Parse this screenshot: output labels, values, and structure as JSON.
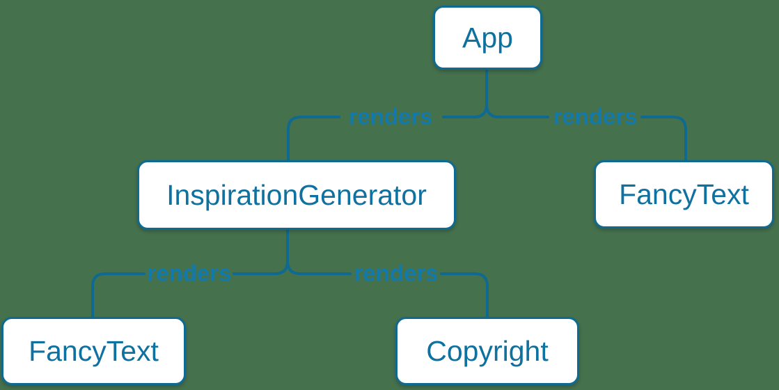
{
  "diagram": {
    "kind": "react-render-tree",
    "background_color": "#46714D",
    "accent_color": "#0F6A91",
    "node_fill": "#ffffff",
    "node_text_color": "#0F719F",
    "edge_label_color": "#1379A8",
    "nodes": [
      {
        "id": "app",
        "label": "App"
      },
      {
        "id": "inspiration-generator",
        "label": "InspirationGenerator"
      },
      {
        "id": "fancy-text-top-right",
        "label": "FancyText"
      },
      {
        "id": "fancy-text-bottom-left",
        "label": "FancyText"
      },
      {
        "id": "copyright",
        "label": "Copyright"
      }
    ],
    "edges": [
      {
        "from": "App",
        "to": "InspirationGenerator",
        "label": "renders"
      },
      {
        "from": "App",
        "to": "FancyText",
        "label": "renders"
      },
      {
        "from": "InspirationGenerator",
        "to": "FancyText",
        "label": "renders"
      },
      {
        "from": "InspirationGenerator",
        "to": "Copyright",
        "label": "renders"
      }
    ]
  }
}
